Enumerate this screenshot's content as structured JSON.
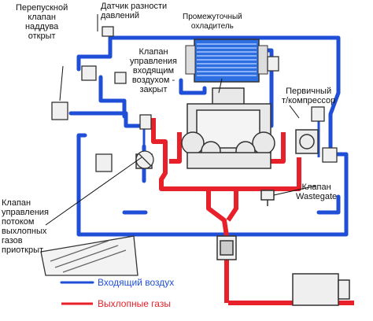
{
  "labels": {
    "bypass_valve": "Перепускной\nклапан\nнаддува\nоткрыт",
    "pressure_sensor": "Датчик разности\nдавлений",
    "intercooler": "Промежуточный\nохладитель",
    "intake_valve": "Клапан\nуправления\nвходящим\nвоздухом -\nзакрыт",
    "primary_turbo": "Первичный\nт/компрессор",
    "wastegate": "Клапан\nWastegate",
    "exhaust_valve": "Клапан\nуправления\nпотоком\nвыхлопных\nгазов\nприоткрыт"
  },
  "legend": {
    "intake": {
      "label": "Входящий воздух",
      "color": "#1f4fd6"
    },
    "exhaust": {
      "label": "Выхлопные газы",
      "color": "#e8202a"
    }
  },
  "colors": {
    "intake": "#1f4fd6",
    "exhaust": "#e8202a",
    "line": "#333333",
    "fill": "#e6e6e6"
  }
}
